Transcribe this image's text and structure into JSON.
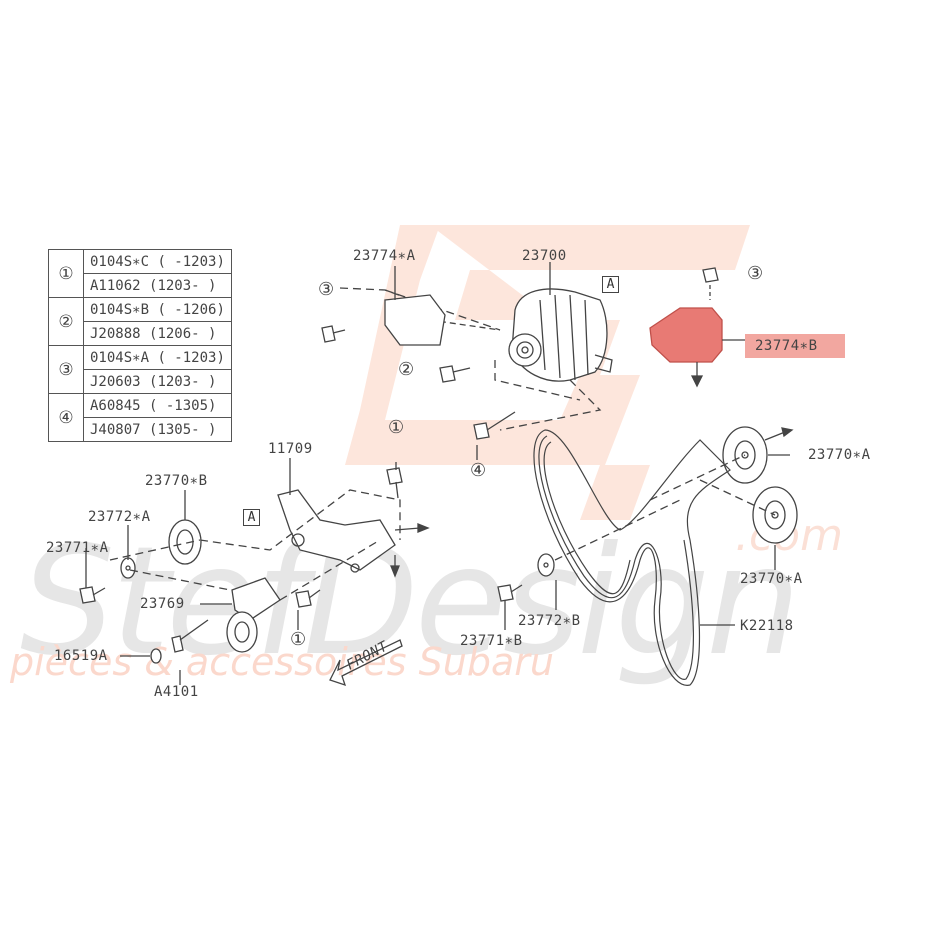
{
  "watermark": {
    "brand": "StefDesign",
    "domain": ".com",
    "tagline": "pièces & accessoires Subaru",
    "color": "#f4a08a"
  },
  "reference_table": [
    {
      "marker": "①",
      "rows": [
        [
          "0104S∗C",
          "( -1203)"
        ],
        [
          "A11062",
          "(1203- )"
        ]
      ]
    },
    {
      "marker": "②",
      "rows": [
        [
          "0104S∗B",
          "( -1206)"
        ],
        [
          "J20888",
          "(1206- )"
        ]
      ]
    },
    {
      "marker": "③",
      "rows": [
        [
          "0104S∗A",
          "( -1203)"
        ],
        [
          "J20603",
          "(1203- )"
        ]
      ]
    },
    {
      "marker": "④",
      "rows": [
        [
          "A60845",
          "( -1305)"
        ],
        [
          "J40807",
          "(1305- )"
        ]
      ]
    }
  ],
  "parts": {
    "p23774A": "23774∗A",
    "p23700": "23700",
    "p23774B": "23774∗B",
    "p11709": "11709",
    "p23770B": "23770∗B",
    "p23772A": "23772∗A",
    "p23771A": "23771∗A",
    "p23769": "23769",
    "p16519A": "16519A",
    "pA4101": "A4101",
    "p23770A_top": "23770∗A",
    "p23770A_bot": "23770∗A",
    "p23772B": "23772∗B",
    "p23771B": "23771∗B",
    "pK22118": "K22118"
  },
  "markers": {
    "m1a": "①",
    "m1b": "①",
    "m2": "②",
    "m3a": "③",
    "m3b": "③",
    "m4": "④",
    "boxA1": "A",
    "boxA2": "A"
  },
  "front_label": "FRONT",
  "highlight_color": "#e87a74"
}
